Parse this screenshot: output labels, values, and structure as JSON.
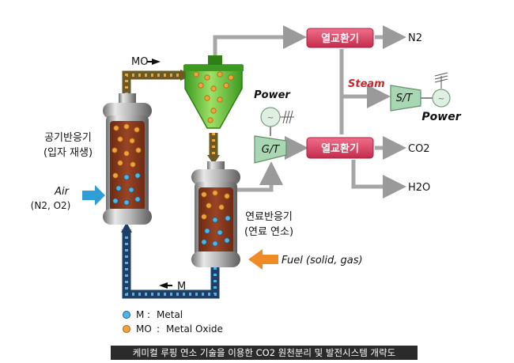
{
  "labels": {
    "air_reactor": "공기반응기",
    "air_reactor_sub": "(입자 재생)",
    "fuel_reactor": "연료반응기",
    "fuel_reactor_sub": "(연료 연소)",
    "air_in": "Air",
    "air_in_sub": "(N2, O2)",
    "mo_flow": "MO",
    "m_flow": "M",
    "hx_top": "열교환기",
    "hx_mid": "열교환기",
    "n2": "N2",
    "co2": "CO2",
    "h2o": "H2O",
    "steam": "Steam",
    "st": "S/T",
    "gt": "G/T",
    "power_top": "Power",
    "power_right": "Power",
    "fuel": "Fuel (solid, gas)"
  },
  "legend": {
    "m_symbol": "M",
    "m_desc": "Metal",
    "mo_symbol": "MO",
    "mo_desc": "Metal Oxide"
  },
  "caption": "케미컬 루핑 연소 기술을 이용한 CO2 원천분리 및 발전시스템 개략도",
  "colors": {
    "hx_box": "#d63a5c",
    "turbine": "#a9d6b3",
    "cyclone": "#6cc63c",
    "bed": "#8b3a1f",
    "particle_mo": "#f2a33a",
    "particle_m": "#4db6e8",
    "air_arrow": "#2e9fd6",
    "fuel_arrow": "#f08a24",
    "steam_text": "#c8282a",
    "pipe": "#a0a0a0"
  }
}
